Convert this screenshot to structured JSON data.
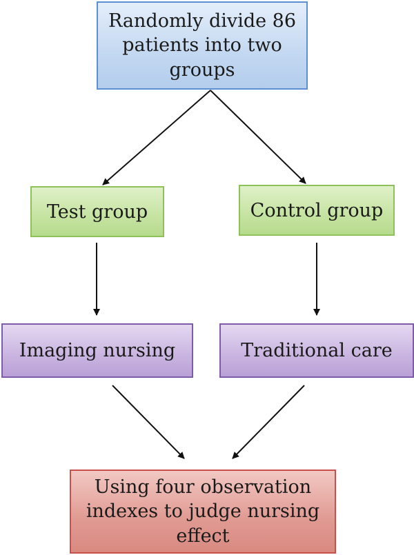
{
  "nodes": {
    "start": {
      "lines": [
        "Randomly divide 86",
        "patients into two",
        "groups"
      ]
    },
    "test_group": {
      "label": "Test group"
    },
    "control_group": {
      "label": "Control group"
    },
    "imaging_nursing": {
      "label": "Imaging nursing"
    },
    "traditional_care": {
      "label": "Traditional care"
    },
    "outcome": {
      "lines": [
        "Using four observation",
        "indexes to judge nursing",
        "effect"
      ]
    }
  },
  "colors": {
    "start_border": "#5b8fd1",
    "group_border": "#8fc15b",
    "intervention_border": "#7d5ba8",
    "outcome_border": "#c9504a",
    "arrow": "#111111"
  }
}
